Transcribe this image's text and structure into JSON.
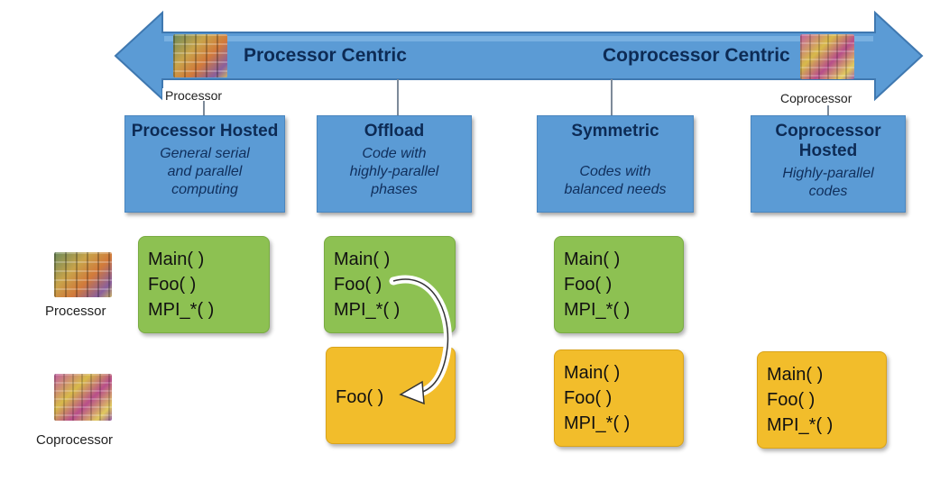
{
  "spectrum": {
    "left_label": "Processor Centric",
    "right_label": "Coprocessor Centric",
    "processor_caption": "Processor",
    "coprocessor_caption": "Coprocessor"
  },
  "models": [
    {
      "title": "Processor Hosted",
      "desc": [
        "General serial",
        "and parallel",
        "computing"
      ]
    },
    {
      "title": "Offload",
      "desc": [
        "Code with",
        "highly-parallel",
        "phases"
      ]
    },
    {
      "title": "Symmetric",
      "desc": [
        "Codes with",
        "balanced needs"
      ]
    },
    {
      "title": "Coprocessor Hosted",
      "desc": [
        "Highly-parallel",
        "codes"
      ]
    }
  ],
  "rows": {
    "processor_label": "Processor",
    "coprocessor_label": "Coprocessor"
  },
  "code": {
    "main": "Main( )",
    "foo": "Foo( )",
    "mpi": "MPI_*( )"
  },
  "colors": {
    "arrow": "#5b9bd5",
    "model_box": "#5b9bd5",
    "processor_code": "#8dc152",
    "coprocessor_code": "#f2bd2b"
  }
}
